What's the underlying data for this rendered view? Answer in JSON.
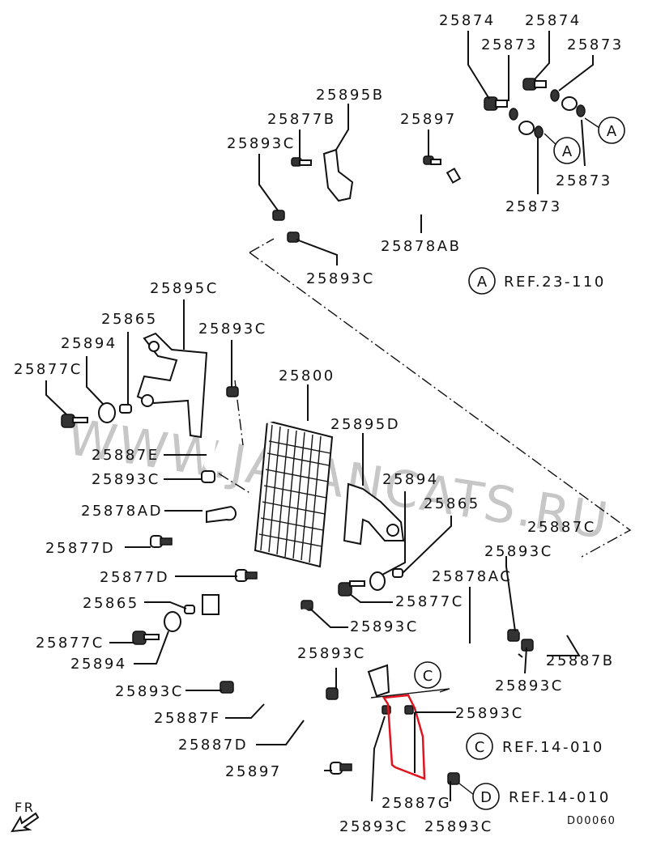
{
  "diagram": {
    "title": "Oil cooler and hoses parts diagram",
    "code": "D00060",
    "watermark": "WWW.JAPANCATS.RU",
    "front_indicator": "FR",
    "highlight_color": "#e0141e",
    "references": [
      {
        "marker": "A",
        "text": "REF.23-110"
      },
      {
        "marker": "C",
        "text": "REF.14-010"
      },
      {
        "marker": "D",
        "text": "REF.14-010"
      }
    ],
    "callout_markers": [
      "A",
      "A",
      "C"
    ],
    "labels": [
      "25874",
      "25874",
      "25873",
      "25873",
      "25895B",
      "25877B",
      "25897",
      "25893C",
      "25873",
      "25873",
      "25878AB",
      "25893C",
      "25895C",
      "25865",
      "25894",
      "25893C",
      "25877C",
      "25800",
      "25895D",
      "25887E",
      "25893C",
      "25894",
      "25878AD",
      "25865",
      "25887C",
      "25877D",
      "25893C",
      "25877D",
      "25878AC",
      "25865",
      "25877C",
      "25893C",
      "25877C",
      "25893C",
      "25887B",
      "25894",
      "25893C",
      "25893C",
      "25887F",
      "25893C",
      "25887D",
      "25897",
      "25887G",
      "25893C",
      "25893C"
    ],
    "highlighted_part": "25887G"
  }
}
